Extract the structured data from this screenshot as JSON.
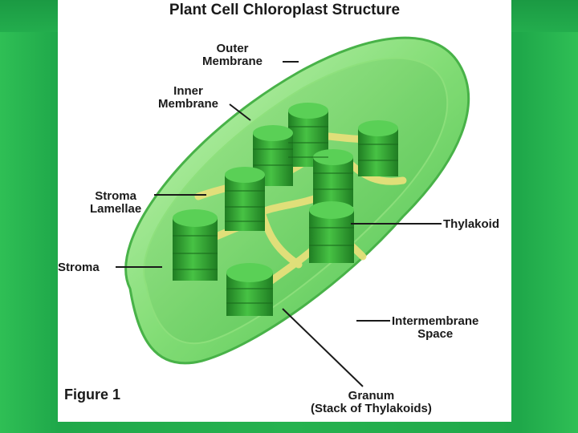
{
  "title": "Plant Cell Chloroplast Structure",
  "figure_label": "Figure 1",
  "labels": {
    "outer_membrane": [
      "Outer",
      "Membrane"
    ],
    "inner_membrane": [
      "Inner",
      "Membrane"
    ],
    "stroma_lamellae": [
      "Stroma",
      "Lamellae"
    ],
    "stroma": "Stroma",
    "thylakoid": "Thylakoid",
    "intermembrane_space": [
      "Intermembrane",
      "Space"
    ],
    "granum": [
      "Granum",
      "(Stack of Thylakoids)"
    ]
  },
  "colors": {
    "background": "#1fa84a",
    "card": "#ffffff",
    "chloroplast_body": "#6fd86a",
    "granum": "#2e9e2c",
    "lamellae": "#e6e07a",
    "text": "#1a1a1a"
  }
}
